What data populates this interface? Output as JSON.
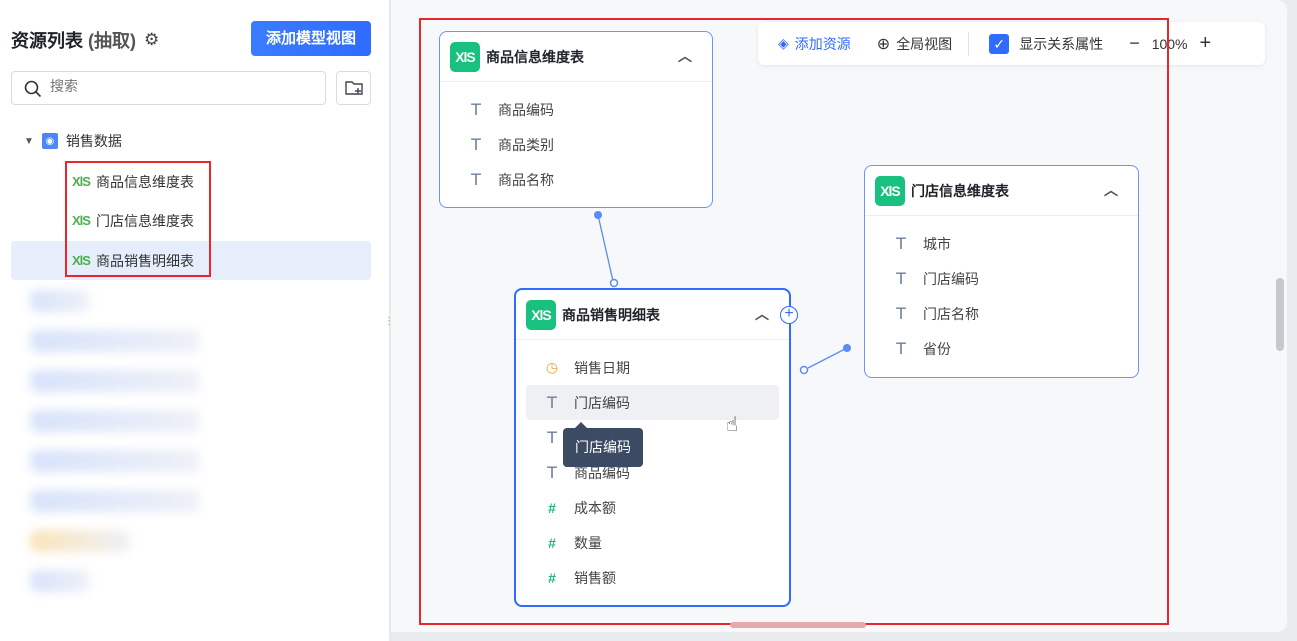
{
  "sidebar": {
    "title": "资源列表",
    "title_suffix": "(抽取)",
    "add_button": "添加模型视图",
    "search_placeholder": "搜索",
    "root": "销售数据",
    "items": [
      {
        "label": "商品信息维度表"
      },
      {
        "label": "门店信息维度表"
      },
      {
        "label": "商品销售明细表"
      }
    ]
  },
  "toolbar": {
    "add_resource": "添加资源",
    "global_view": "全局视图",
    "show_relation": "显示关系属性",
    "zoom": "100%"
  },
  "cards": {
    "product": {
      "title": "商品信息维度表",
      "fields": [
        "商品编码",
        "商品类别",
        "商品名称"
      ]
    },
    "store": {
      "title": "门店信息维度表",
      "fields": [
        "城市",
        "门店编码",
        "门店名称",
        "省份"
      ]
    },
    "sales": {
      "title": "商品销售明细表",
      "fields": [
        {
          "type": "date",
          "name": "销售日期"
        },
        {
          "type": "text",
          "name": "门店编码"
        },
        {
          "type": "text",
          "name": ""
        },
        {
          "type": "text",
          "name": "商品编码"
        },
        {
          "type": "number",
          "name": "成本额"
        },
        {
          "type": "number",
          "name": "数量"
        },
        {
          "type": "number",
          "name": "销售额"
        }
      ]
    }
  },
  "tooltip": "门店编码",
  "xls_label": "XlS",
  "colors": {
    "accent": "#2f6bff",
    "highlight": "#e8262e"
  }
}
